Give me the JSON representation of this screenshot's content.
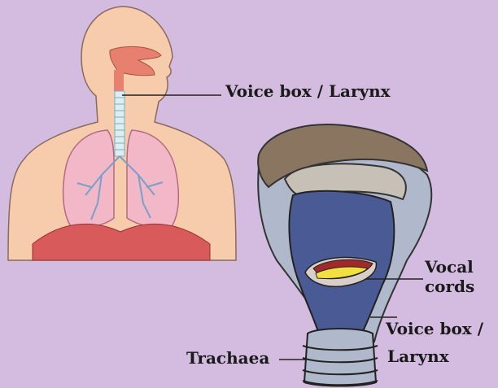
{
  "labels": {
    "voice_box_top": "Voice box / Larynx",
    "vocal": "Vocal",
    "cords": "cords",
    "voice_box_line1": "Voice box /",
    "voice_box_line2": "Larynx",
    "trachaea": "Trachaea"
  },
  "colors": {
    "background": "#d4bce0",
    "skin": "#f6ccac",
    "lung": "#f2b8c8",
    "airway": "#e88070",
    "larynx_blue": "#4a5a94",
    "cartilage_grey": "#b0b8cc",
    "epiglottis_brown": "#8a7660"
  }
}
